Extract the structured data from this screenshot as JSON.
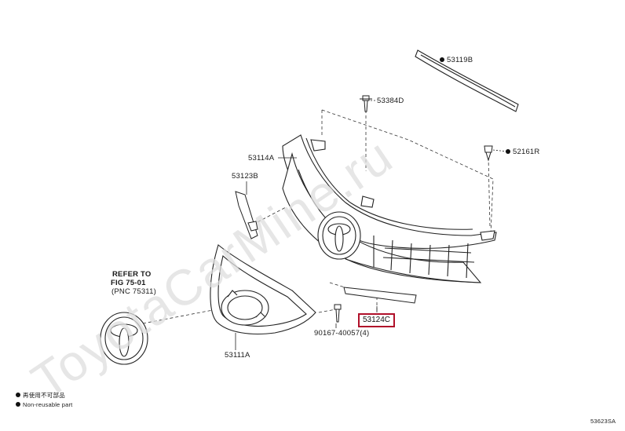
{
  "parts": [
    {
      "id": "p53119b",
      "label": "53119B",
      "dot": true
    },
    {
      "id": "p53384d",
      "label": "53384D",
      "dot": false
    },
    {
      "id": "p52161r",
      "label": "52161R",
      "dot": true
    },
    {
      "id": "p53114a",
      "label": "53114A",
      "dot": false
    },
    {
      "id": "p53123b",
      "label": "53123B",
      "dot": false
    },
    {
      "id": "p53124c",
      "label": "53124C",
      "dot": false,
      "highlight": true
    },
    {
      "id": "p90167",
      "label": "90167-40057(4)",
      "dot": false
    },
    {
      "id": "p53111a",
      "label": "53111A",
      "dot": false
    }
  ],
  "refer": {
    "line1": "REFER TO",
    "line2": "FIG 75-01",
    "line3": "(PNC 75311)"
  },
  "legend": {
    "jp": "再使用不可部品",
    "en": "Non-reusable part"
  },
  "diagram_code": "53623SA",
  "watermark": "ToyotaCarMine.ru",
  "colors": {
    "highlight": "#b0102a",
    "line": "#222222",
    "watermark": "#d9d9d9"
  }
}
